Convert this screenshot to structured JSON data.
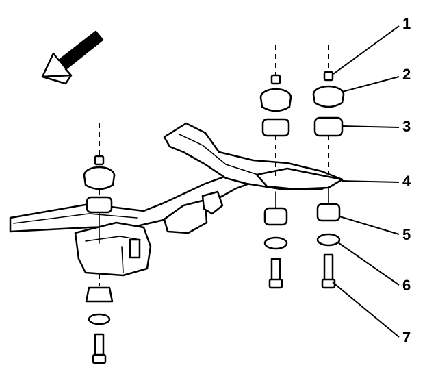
{
  "colors": {
    "ink": "#000000",
    "paper": "#ffffff"
  },
  "direction_arrow": {
    "icon": "front-direction-arrow-icon"
  },
  "callouts": [
    {
      "number": "1"
    },
    {
      "number": "2"
    },
    {
      "number": "3"
    },
    {
      "number": "4"
    },
    {
      "number": "5"
    },
    {
      "number": "6"
    },
    {
      "number": "7"
    }
  ]
}
